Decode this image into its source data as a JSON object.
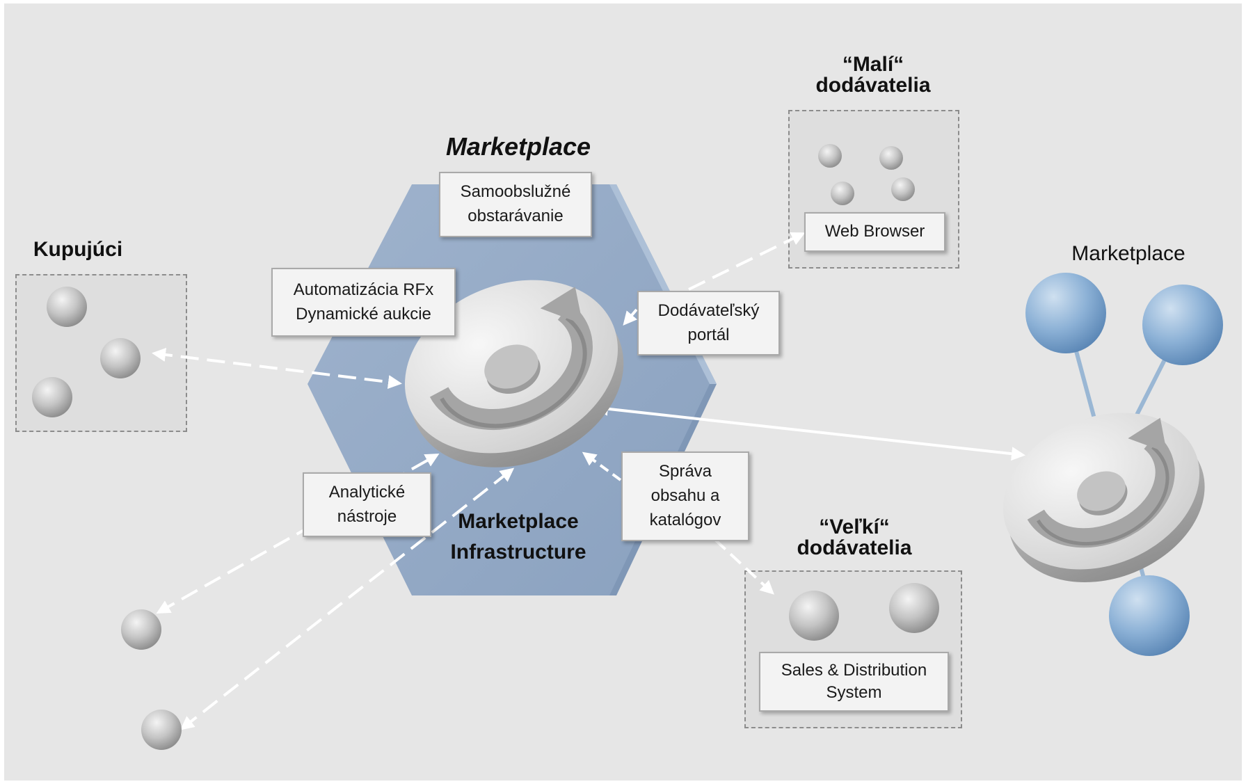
{
  "colors": {
    "background": "#e6e6e6",
    "hexagon": "#92a8c4",
    "node_blue": "#6f9ac4",
    "sphere_gray": "#bdbdbd",
    "arrow": "#ffffff"
  },
  "headings": {
    "marketplace_top": "Marketplace",
    "kupujuci": "Kupujúci",
    "mali_dodavatelia": "“Malí“\ndodávatelia",
    "velki_dodavatelia": "“Veľkí“\ndodávatelia",
    "marketplace_right": "Marketplace",
    "infrastructure": "Marketplace\nInfrastructure"
  },
  "boxes": {
    "samoobsluzne": "Samoobslužné\nobstarávanie",
    "automatizacia": "Automatizácia RFx\nDynamické aukcie",
    "dodavatelsky_portal": "Dodávateľský\nportál",
    "analyticke": "Analytické\nnástroje",
    "sprava": "Správa\nobsahu a\nkatalógov",
    "web_browser": "Web Browser",
    "sales_distribution": "Sales & Distribution\nSystem"
  },
  "icons": [
    "sync-hub-icon",
    "sphere-node-icon",
    "network-node-icon"
  ]
}
